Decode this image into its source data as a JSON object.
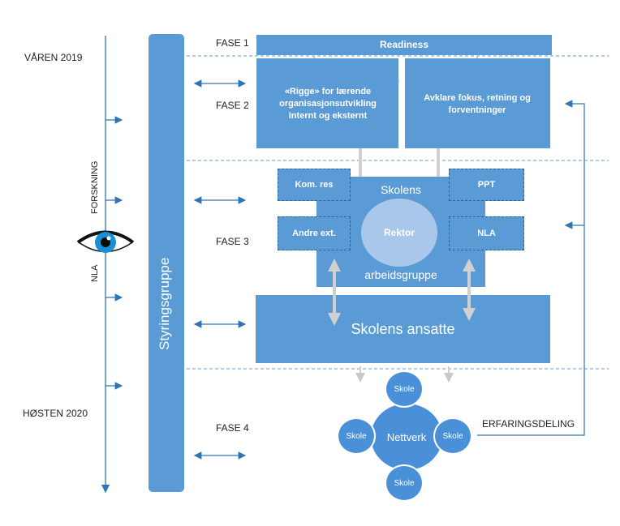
{
  "timeline": {
    "start": "VÅREN 2019",
    "end": "HØSTEN 2020",
    "track_labels": [
      "FORSKNING",
      "NLA"
    ]
  },
  "phases": {
    "fase1": "FASE 1",
    "fase2": "FASE 2",
    "fase3": "FASE 3",
    "fase4": "FASE 4"
  },
  "steering": {
    "label": "Styringsgruppe"
  },
  "phase1": {
    "readiness": "Readiness"
  },
  "phase2": {
    "left_box": "«Rigge» for lærende organisasjonsutvikling Internt og eksternt",
    "right_box": "Avklare fokus, retning og forventninger"
  },
  "phase3": {
    "group_top": "Skolens",
    "group_bottom": "arbeidsgruppe",
    "center": "Rektor",
    "partners": [
      "Kom. res",
      "PPT",
      "Andre ext.",
      "NLA"
    ],
    "staff": "Skolens ansatte"
  },
  "phase4": {
    "network": "Nettverk",
    "schools": [
      "Skole",
      "Skole",
      "Skole",
      "Skole"
    ],
    "sharing": "ERFARINGSDELING"
  },
  "colors": {
    "box": "#5b9bd5",
    "dark": "#2e5f94",
    "circle": "#4a90d9",
    "light": "#a9c7ea",
    "arrow": "#d0d0d0"
  },
  "icons": {
    "eye": "eye-icon"
  }
}
